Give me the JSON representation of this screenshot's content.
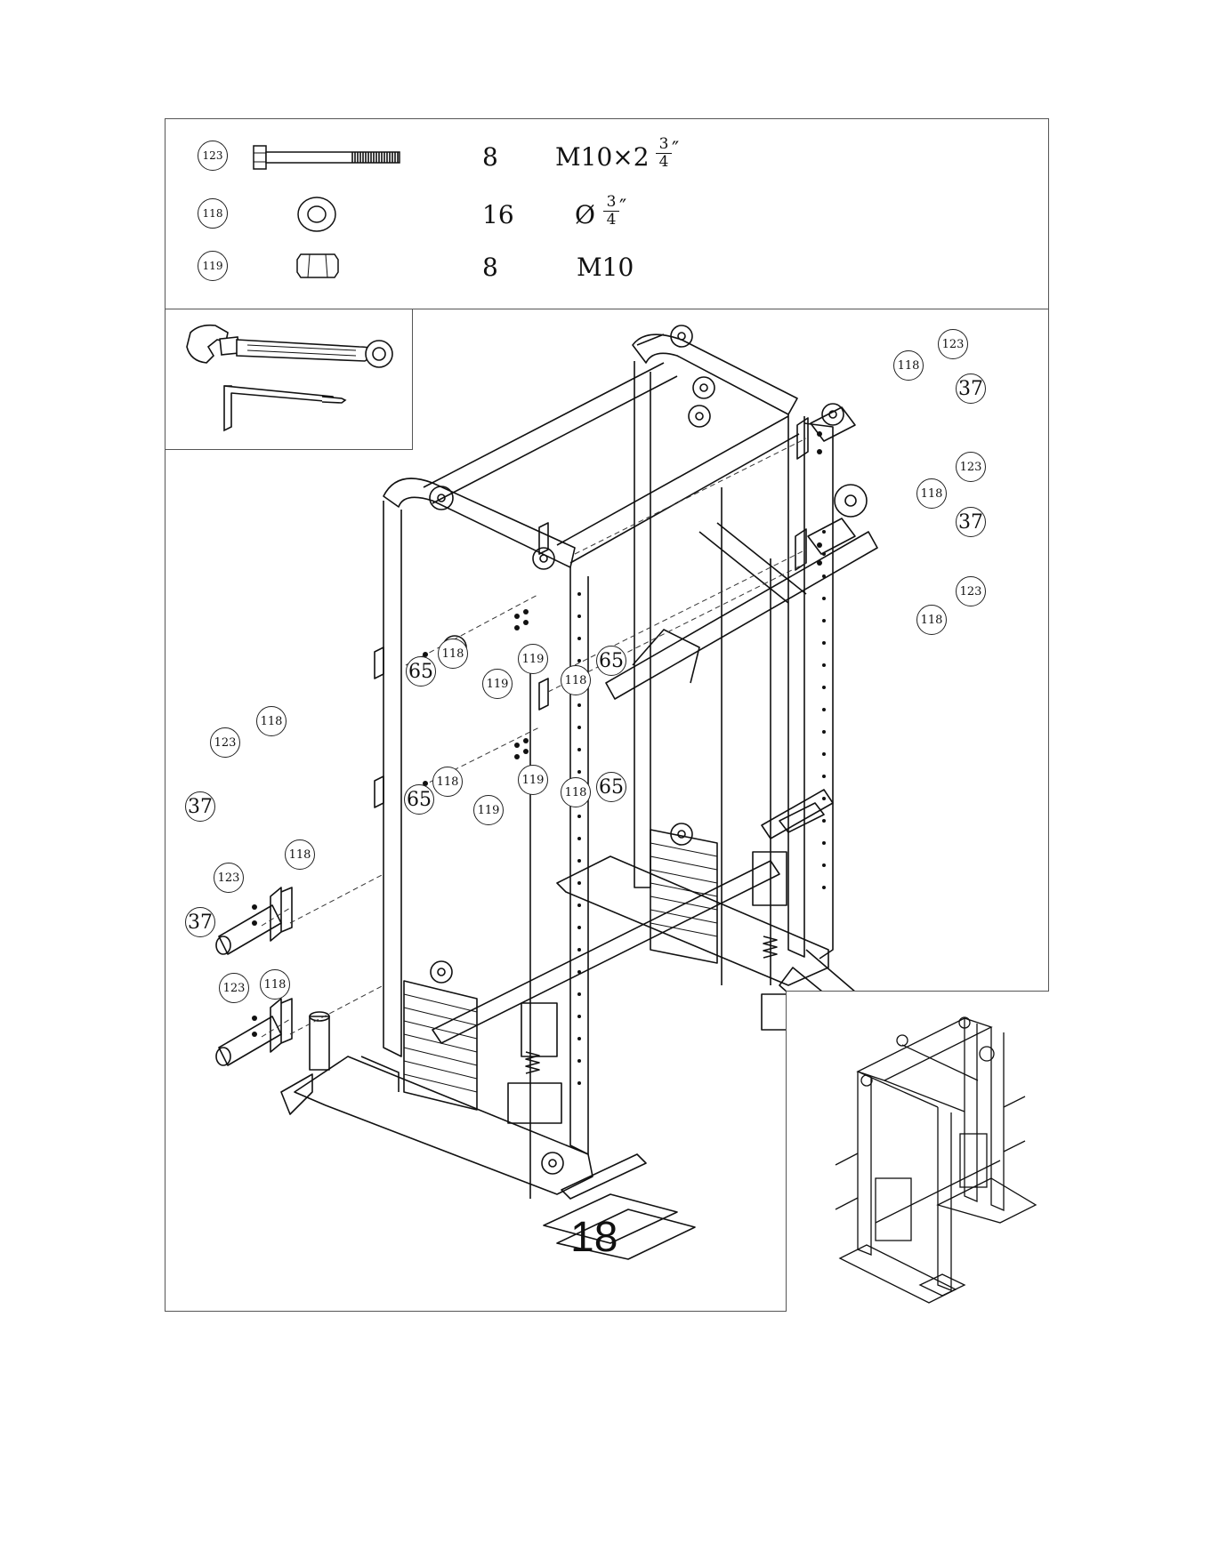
{
  "hardware": [
    {
      "part": "123",
      "icon": "bolt-icon",
      "qty": "8",
      "spec": "M10×2",
      "frac_num": "3",
      "frac_den": "4",
      "unit": "″"
    },
    {
      "part": "118",
      "icon": "washer-icon",
      "qty": "16",
      "spec": "Ø",
      "frac_num": "3",
      "frac_den": "4",
      "unit": "″"
    },
    {
      "part": "119",
      "icon": "nut-icon",
      "qty": "8",
      "spec": "M10"
    }
  ],
  "tools": [
    "wrench-icon",
    "allen-key-icon"
  ],
  "callouts": {
    "c1": "118",
    "c2": "123",
    "c3": "37",
    "c4": "123",
    "c5": "118",
    "c6": "37",
    "c7": "123",
    "c8": "118",
    "c9": "119",
    "c10": "118",
    "c11": "65",
    "c12": "65",
    "c13": "118",
    "c14": "119",
    "c15": "118",
    "c16": "123",
    "c17": "37",
    "c18": "123",
    "c19": "118",
    "c20": "37",
    "c21": "123",
    "c22": "118",
    "c23": "119",
    "c24": "118",
    "c25": "65",
    "c26": "65",
    "c27": "118",
    "c28": "119"
  },
  "step_number": "18"
}
